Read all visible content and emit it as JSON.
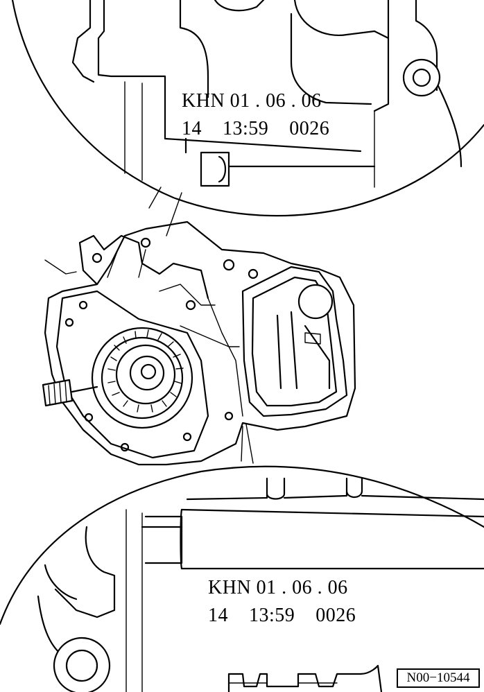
{
  "diagram": {
    "top_detail": {
      "stamp_line_1": "KHN 01 . 06 . 06",
      "stamp_line_2": "14    13:59    0026"
    },
    "bottom_detail": {
      "stamp_line_1": "KHN 01 . 06 . 06",
      "stamp_line_2": "14    13:59    0026"
    },
    "reference_code": "N00−10544"
  }
}
